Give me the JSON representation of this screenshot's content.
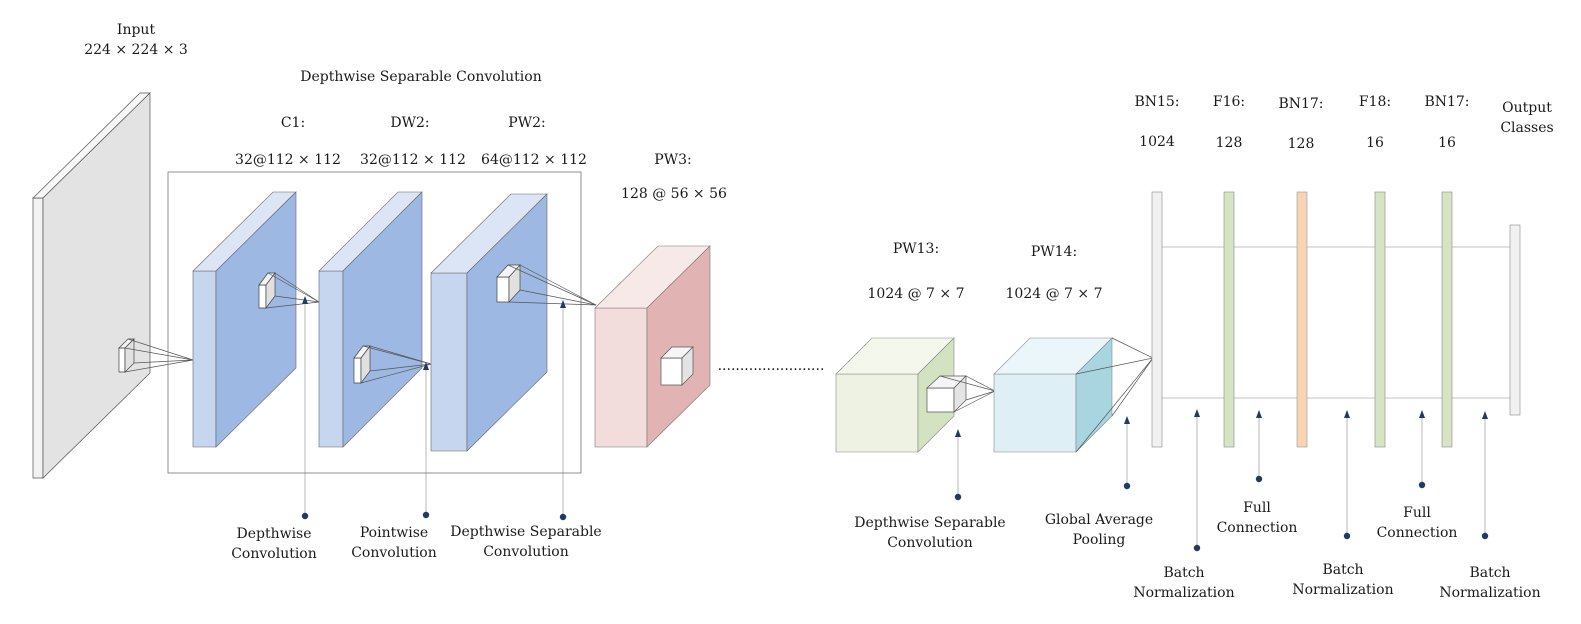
{
  "input": {
    "title": "Input",
    "dims": "224 ×  224 × 3"
  },
  "dsc_group": {
    "title": "Depthwise Separable Convolution"
  },
  "layers": {
    "c1": {
      "label": "C1:",
      "dims": "32@112 ×  112"
    },
    "dw2": {
      "label": "DW2:",
      "dims": "32@112 ×  112"
    },
    "pw2": {
      "label": "PW2:",
      "dims": "64@112 ×  112"
    },
    "pw3": {
      "label": "PW3:",
      "dims": "128 @ 56 ×  56"
    },
    "pw13": {
      "label": "PW13:",
      "dims": "1024 @ 7 × 7"
    },
    "pw14": {
      "label": "PW14:",
      "dims": "1024 @ 7 × 7"
    }
  },
  "dense": {
    "bn15": {
      "label": "BN15:",
      "size": "1024"
    },
    "f16": {
      "label": "F16:",
      "size": "128"
    },
    "bn17a": {
      "label": "BN17:",
      "size": "128"
    },
    "f18": {
      "label": "F18:",
      "size": "16"
    },
    "bn17b": {
      "label": "BN17:",
      "size": "16"
    },
    "output": {
      "line1": "Output",
      "line2": "Classes"
    }
  },
  "ellipsis": "........................",
  "annotations": {
    "depthwise": {
      "line1": "Depthwise",
      "line2": "Convolution"
    },
    "pointwise": {
      "line1": "Pointwise",
      "line2": "Convolution"
    },
    "dsc1": {
      "line1": "Depthwise Separable",
      "line2": "Convolution"
    },
    "dsc2": {
      "line1": "Depthwise Separable",
      "line2": "Convolution"
    },
    "gap": {
      "line1": "Global Average",
      "line2": "Pooling"
    },
    "bn_a": {
      "line1": "Batch",
      "line2": "Normalization"
    },
    "fc_a": {
      "line1": "Full",
      "line2": "Connection"
    },
    "bn_b": {
      "line1": "Batch",
      "line2": "Normalization"
    },
    "fc_b": {
      "line1": "Full",
      "line2": "Connection"
    },
    "bn_c": {
      "line1": "Batch",
      "line2": "Normalization"
    }
  },
  "colors": {
    "input_front": "#f2f2f2",
    "input_side": "#e3e3e3",
    "blue_front": "#c6d6ef",
    "blue_side": "#9cb8e3",
    "pink_front": "#f3dcdc",
    "pink_side": "#e2b3b3",
    "green_front": "#edf2e3",
    "green_side": "#d3e2c0",
    "cyan_front": "#def0f6",
    "cyan_side": "#a8d5e0",
    "bar_gray": "#f1f1f1",
    "bar_green": "#d7e4c4",
    "bar_orange": "#f8d4b4",
    "accent": "#1f3b60"
  }
}
